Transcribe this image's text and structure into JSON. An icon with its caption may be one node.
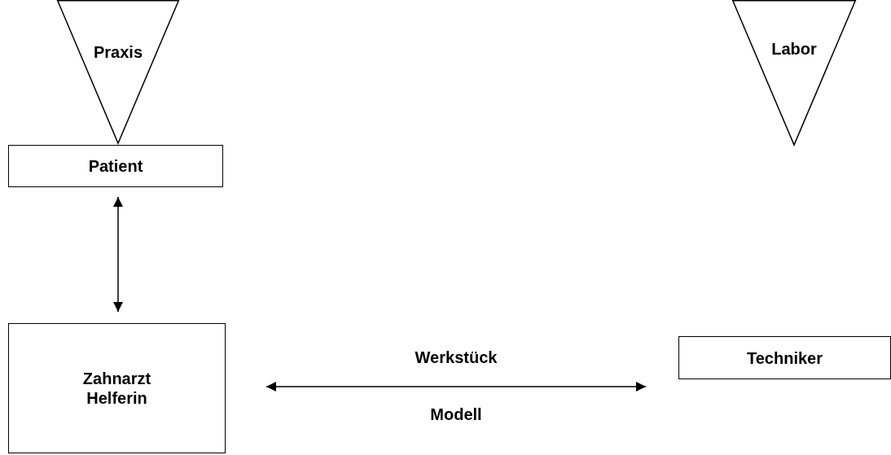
{
  "diagram": {
    "nodes": [
      {
        "text": [
          "Praxis"
        ]
      },
      {
        "text": [
          "Labor"
        ]
      },
      {
        "text": [
          "Patient"
        ]
      },
      {
        "text": [
          "Zahnarzt Helferin"
        ]
      },
      {
        "text": [
          "Techniker"
        ]
      }
    ],
    "edges": [
      {
        "from": 2,
        "to": 3,
        "arrow": "both"
      },
      {
        "from": 3,
        "to": 4,
        "arrow": "both",
        "label": "Werkstück"
      }
    ],
    "labels": [
      "Modell"
    ]
  }
}
